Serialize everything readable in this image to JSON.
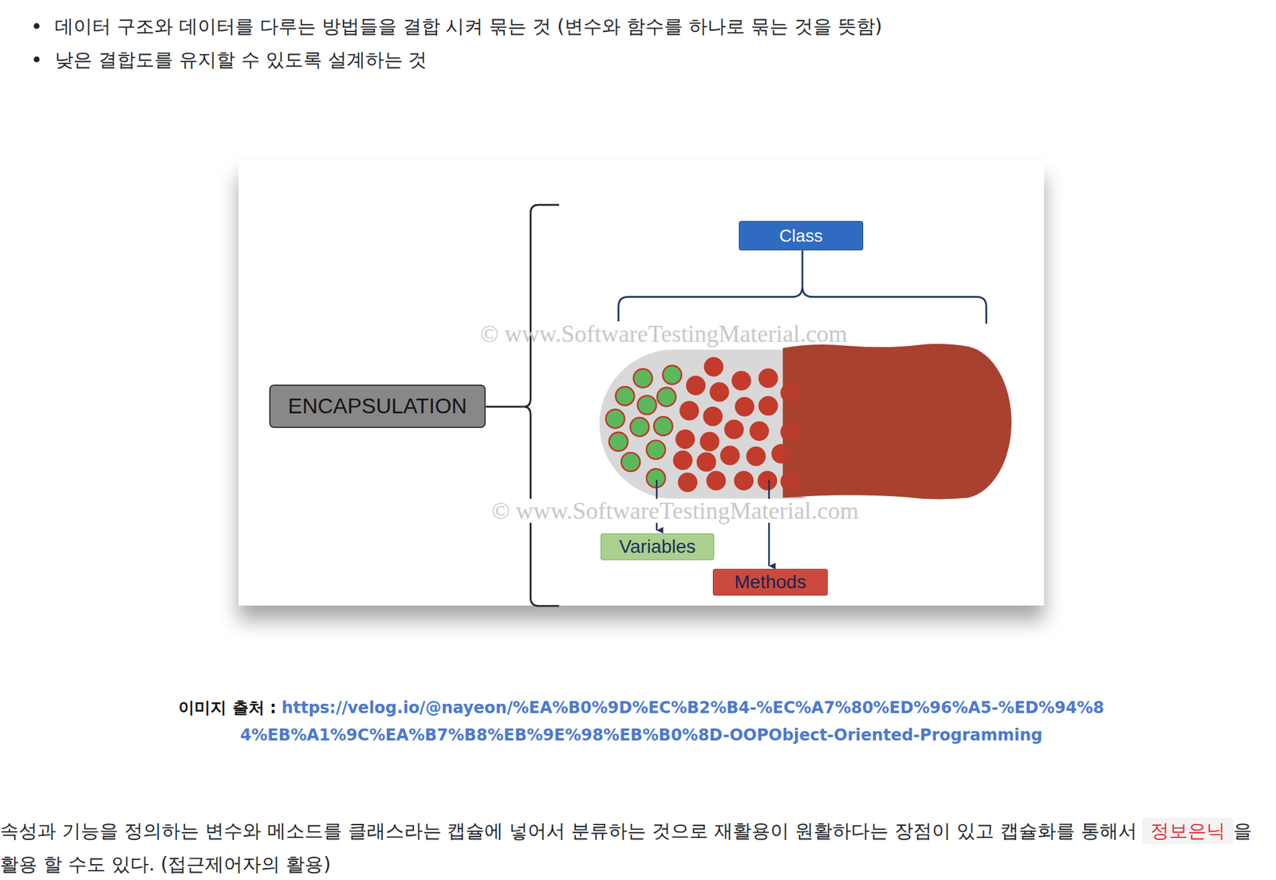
{
  "diagram": {
    "nodes": [
      {
        "text": [
          "ENCAPSULATION"
        ]
      },
      {
        "text": [
          "Class"
        ]
      },
      {
        "text": [
          "Variables"
        ]
      },
      {
        "text": [
          "Methods"
        ]
      }
    ],
    "labels": [
      "데이터 구조와 데이터를 다루는 방법들을 결합 시켜 묶는 것 (변수와 함수를 하나로 묶는 것을 뜻함)",
      "낮은 결합도를 유지할 수 있도록 설계하는 것",
      "© www.SoftwareTestingMaterial.com",
      "© www.SoftwareTestingMaterial.com",
      "이미지 출처 :",
      "https://velog.io/@nayeon/%EA%B0%9D%EC%B2%B4-%EC%A7%80%ED%96%A5-%ED%94%84%EB%A1%9C%EA%B7%B8%EB%9E%98%EB%B0%8D-OOPObject-Oriented-Programming",
      "속성과 기능을 정의하는 변수와 메소드를 클래스라는 캡슐에 넣어서 분류하는 것으로 재활용이 원활하다는 장점이 있고 캡슐화를 통해서",
      "정보은닉",
      "을 활용 할 수도 있다. (접근제어자의 활용)"
    ]
  }
}
